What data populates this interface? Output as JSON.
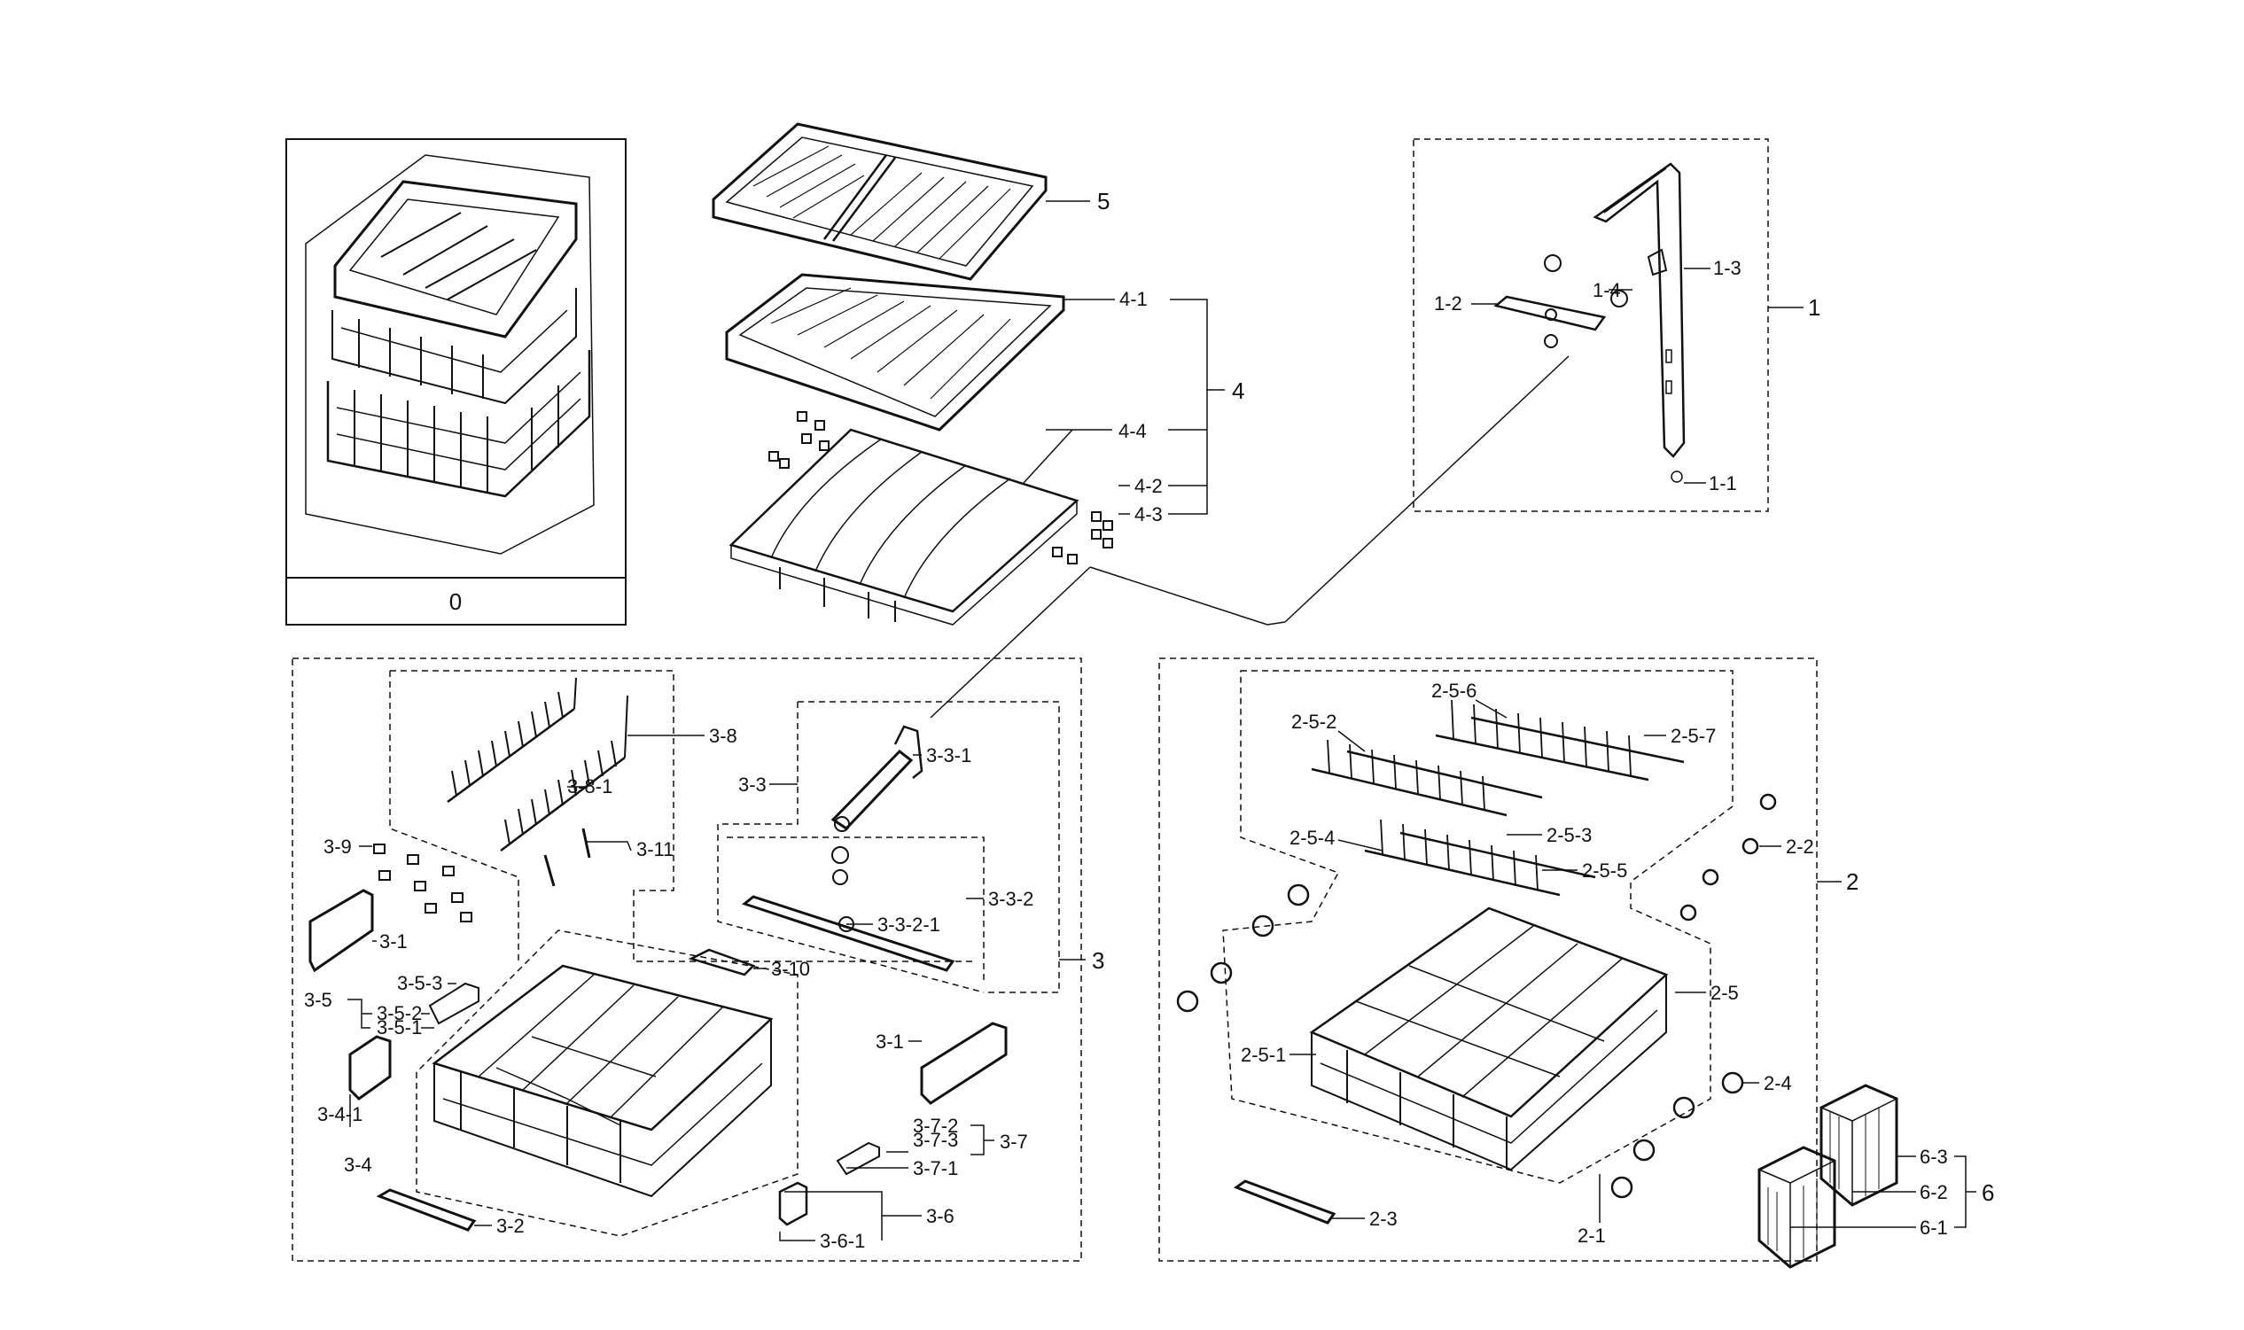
{
  "diagram": {
    "assemblies": [
      {
        "id": "0",
        "label": "0"
      },
      {
        "id": "1",
        "label": "1"
      },
      {
        "id": "2",
        "label": "2"
      },
      {
        "id": "3",
        "label": "3"
      },
      {
        "id": "4",
        "label": "4"
      },
      {
        "id": "5",
        "label": "5"
      },
      {
        "id": "6",
        "label": "6"
      }
    ],
    "parts": {
      "p1_1": "1-1",
      "p1_2": "1-2",
      "p1_3": "1-3",
      "p1_4": "1-4",
      "p4_1": "4-1",
      "p4_2": "4-2",
      "p4_3": "4-3",
      "p4_4": "4-4",
      "p3_1a": "3-1",
      "p3_1b": "3-1",
      "p3_2": "3-2",
      "p3_3": "3-3",
      "p3_3_1": "3-3-1",
      "p3_3_2": "3-3-2",
      "p3_3_2_1": "3-3-2-1",
      "p3_4": "3-4",
      "p3_4_1": "3-4-1",
      "p3_5": "3-5",
      "p3_5_1": "3-5-1",
      "p3_5_2": "3-5-2",
      "p3_5_3": "3-5-3",
      "p3_6": "3-6",
      "p3_6_1": "3-6-1",
      "p3_7": "3-7",
      "p3_7_1": "3-7-1",
      "p3_7_2": "3-7-2",
      "p3_7_3": "3-7-3",
      "p3_8": "3-8",
      "p3_8_1": "3-8-1",
      "p3_9": "3-9",
      "p3_10": "3-10",
      "p3_11": "3-11",
      "p2_1": "2-1",
      "p2_2": "2-2",
      "p2_3": "2-3",
      "p2_4": "2-4",
      "p2_5": "2-5",
      "p2_5_1": "2-5-1",
      "p2_5_2": "2-5-2",
      "p2_5_3": "2-5-3",
      "p2_5_4": "2-5-4",
      "p2_5_5": "2-5-5",
      "p2_5_6": "2-5-6",
      "p2_5_7": "2-5-7",
      "p6_1": "6-1",
      "p6_2": "6-2",
      "p6_3": "6-3"
    }
  }
}
